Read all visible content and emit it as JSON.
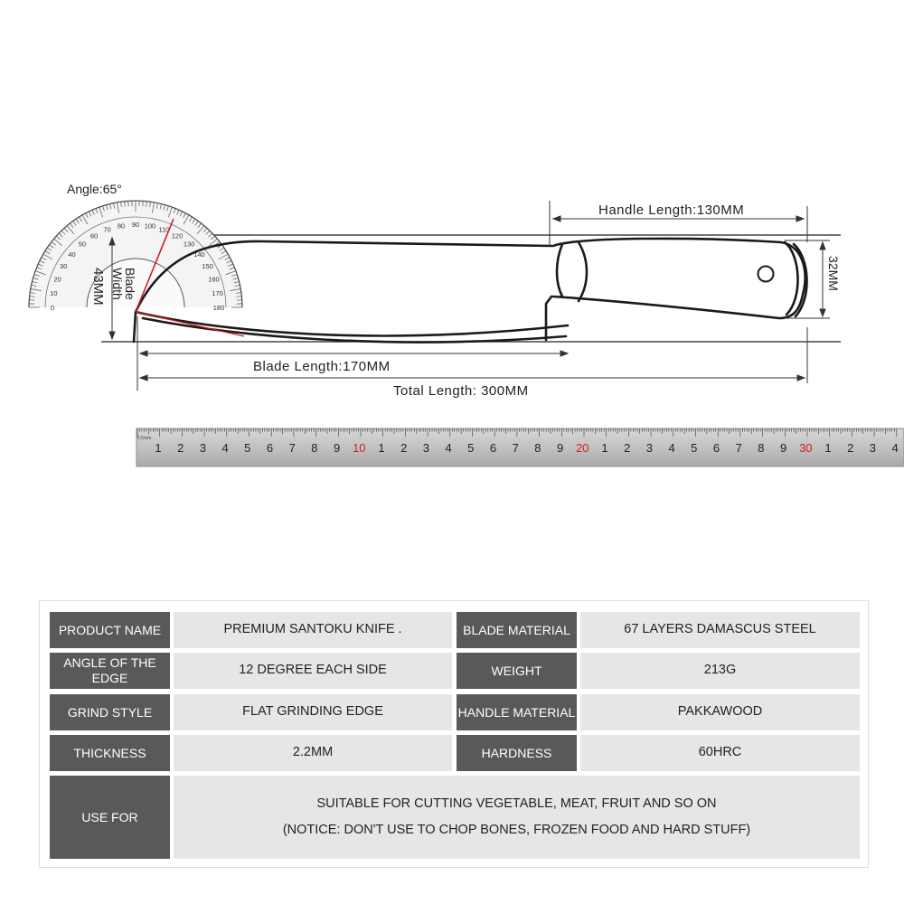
{
  "diagram": {
    "angle_label": "Angle:65°",
    "handle_length": "Handle Length:130MM",
    "blade_length": "Blade Length:170MM",
    "total_length": "Total Length: 300MM",
    "handle_width": "32MM",
    "blade_width_value": "43MM",
    "blade_width_word_1": "Blade",
    "blade_width_word_2": "Width",
    "protractor_outer": [
      "0",
      "10",
      "20",
      "30",
      "40",
      "50",
      "60",
      "70",
      "80",
      "90",
      "100",
      "110",
      "120",
      "130",
      "140",
      "150",
      "160",
      "170",
      "180"
    ],
    "ruler": {
      "unit_top": "6.5mm",
      "digits": [
        "1",
        "2",
        "3",
        "4",
        "5",
        "6",
        "7",
        "8",
        "9",
        "10",
        "1",
        "2",
        "3",
        "4",
        "5",
        "6",
        "7",
        "8",
        "9",
        "20",
        "1",
        "2",
        "3",
        "4",
        "5",
        "6",
        "7",
        "8",
        "9",
        "30",
        "1",
        "2",
        "3",
        "4"
      ],
      "accent_color": "#cc2222"
    }
  },
  "specs": {
    "rows": [
      {
        "label1": "PRODUCT NAME",
        "value1": "PREMIUM SANTOKU KNIFE .",
        "label2": "BLADE MATERIAL",
        "value2": "67 LAYERS DAMASCUS STEEL"
      },
      {
        "label1": "ANGLE OF THE EDGE",
        "value1": "12 DEGREE EACH SIDE",
        "label2": "WEIGHT",
        "value2": "213G"
      },
      {
        "label1": "GRIND STYLE",
        "value1": "FLAT GRINDING EDGE",
        "label2": "HANDLE MATERIAL",
        "value2": "PAKKAWOOD"
      },
      {
        "label1": "THICKNESS",
        "value1": "2.2MM",
        "label2": "HARDNESS",
        "value2": "60HRC"
      }
    ],
    "use_for": {
      "label": "USE FOR",
      "line1": "SUITABLE FOR CUTTING  VEGETABLE, MEAT, FRUIT AND SO ON",
      "line2": "(NOTICE: DON'T USE TO CHOP BONES, FROZEN FOOD AND HARD STUFF)"
    },
    "colors": {
      "label_bg": "#595959",
      "value_bg": "#e6e6e6"
    }
  }
}
